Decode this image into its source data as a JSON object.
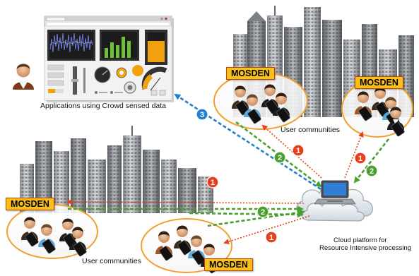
{
  "colors": {
    "step1": "#e8401c",
    "step2": "#4aa02c",
    "step3": "#1f7fd0",
    "mosden_fill": "#f8c01a",
    "mosden_border": "#c2410c",
    "community_ring": "#f0a030"
  },
  "mosden_tag": "MOSDEN",
  "labels": {
    "apps": "Applications using Crowd sensed data",
    "communities_right": "User communities",
    "communities_left": "User communities",
    "cloud_line1": "Cloud platform for",
    "cloud_line2": "Resource Intensive processing"
  },
  "step_numbers": {
    "one": "1",
    "two": "2",
    "three": "3"
  }
}
